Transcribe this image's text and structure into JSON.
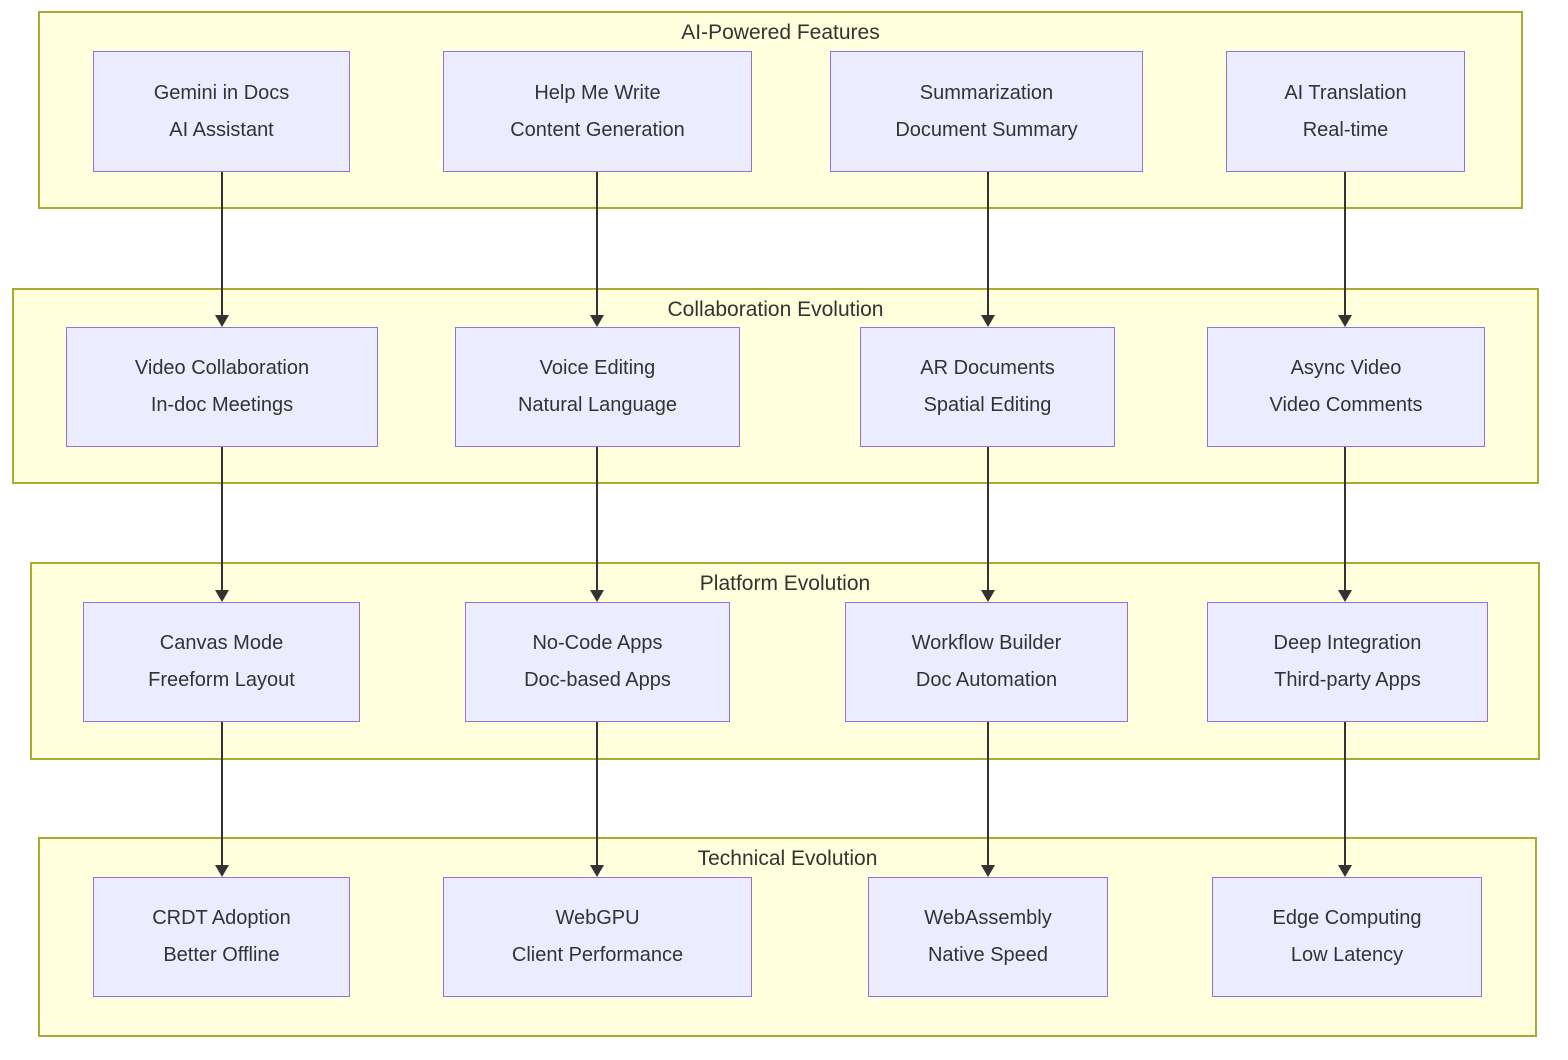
{
  "bands": [
    {
      "title": "AI-Powered Features",
      "nodes": [
        {
          "line1": "Gemini in Docs",
          "line2": "AI Assistant"
        },
        {
          "line1": "Help Me Write",
          "line2": "Content Generation"
        },
        {
          "line1": "Summarization",
          "line2": "Document Summary"
        },
        {
          "line1": "AI Translation",
          "line2": "Real-time"
        }
      ]
    },
    {
      "title": "Collaboration Evolution",
      "nodes": [
        {
          "line1": "Video Collaboration",
          "line2": "In-doc Meetings"
        },
        {
          "line1": "Voice Editing",
          "line2": "Natural Language"
        },
        {
          "line1": "AR Documents",
          "line2": "Spatial Editing"
        },
        {
          "line1": "Async Video",
          "line2": "Video Comments"
        }
      ]
    },
    {
      "title": "Platform Evolution",
      "nodes": [
        {
          "line1": "Canvas Mode",
          "line2": "Freeform Layout"
        },
        {
          "line1": "No-Code Apps",
          "line2": "Doc-based Apps"
        },
        {
          "line1": "Workflow Builder",
          "line2": "Doc Automation"
        },
        {
          "line1": "Deep Integration",
          "line2": "Third-party Apps"
        }
      ]
    },
    {
      "title": "Technical Evolution",
      "nodes": [
        {
          "line1": "CRDT Adoption",
          "line2": "Better Offline"
        },
        {
          "line1": "WebGPU",
          "line2": "Client Performance"
        },
        {
          "line1": "WebAssembly",
          "line2": "Native Speed"
        },
        {
          "line1": "Edge Computing",
          "line2": "Low Latency"
        }
      ]
    }
  ],
  "colors": {
    "band_fill": "#ffffde",
    "band_border": "#aaaa33",
    "node_fill": "#ececff",
    "node_border": "#9370db",
    "text": "#333333",
    "arrow": "#333333"
  }
}
